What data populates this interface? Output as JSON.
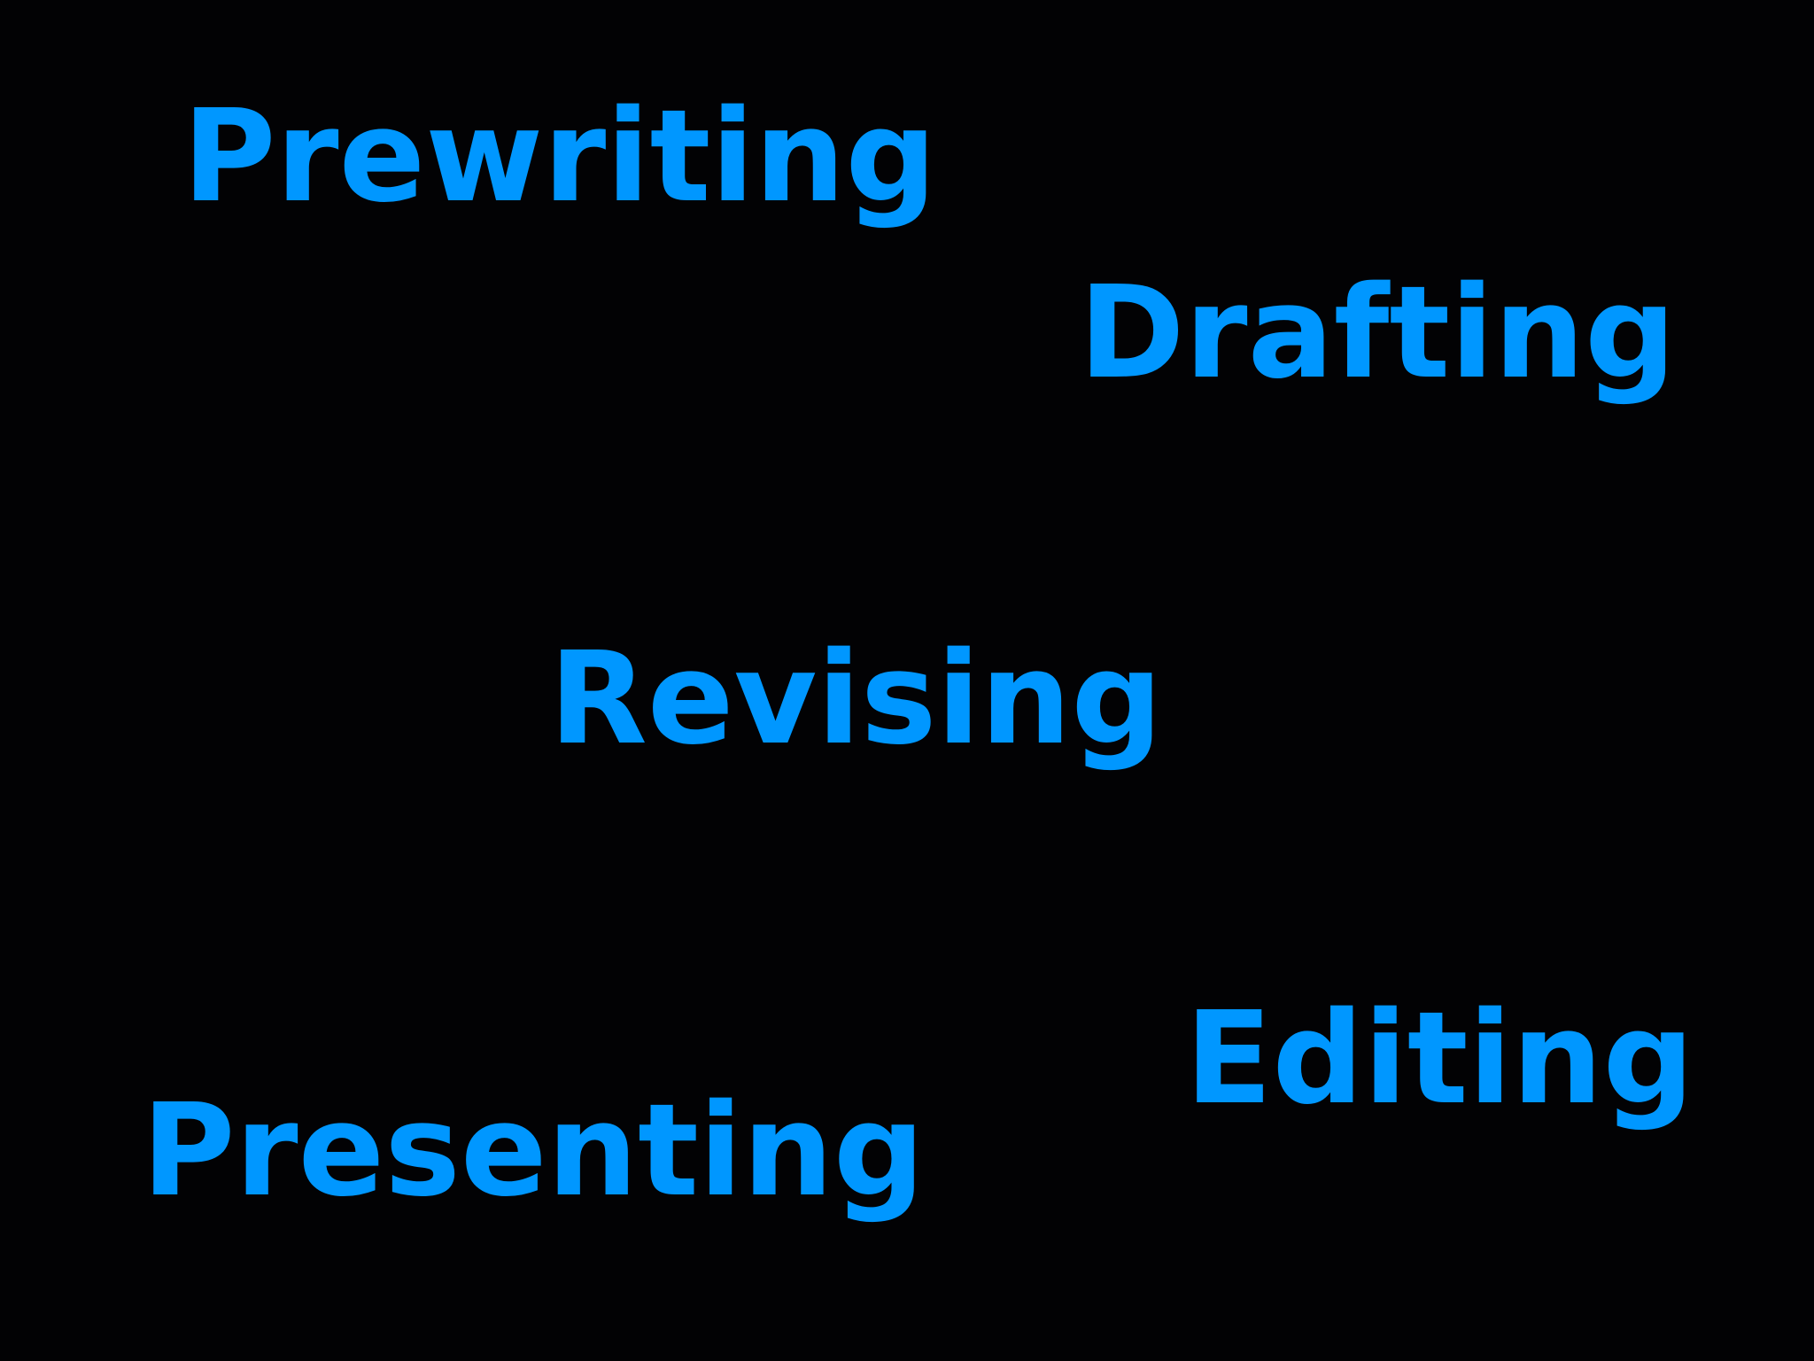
{
  "slide": {
    "background_color": "#020204",
    "text_color": "#0097ff",
    "words": {
      "prewriting": "Prewriting",
      "drafting": "Drafting",
      "revising": "Revising",
      "editing": "Editing",
      "presenting": "Presenting"
    }
  }
}
